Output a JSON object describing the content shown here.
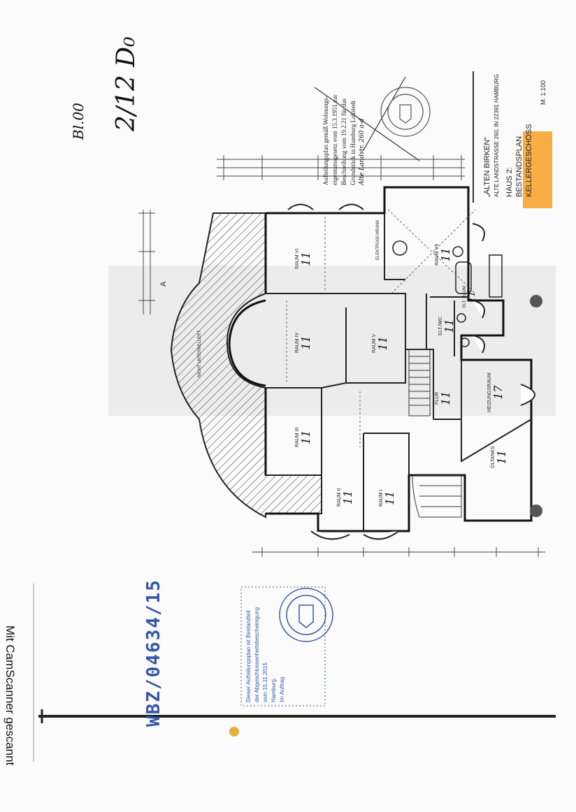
{
  "page": {
    "stamp_number_left": "Bl.00",
    "handwritten_ref": "2/12 D₀",
    "approval_lines": [
      "Aufteilungsplan gemäß Wohnungs-",
      "eigentumsgesetz vom 15.3.1951 zur",
      "Beschreibung vom 19.2.21 für das",
      "Grundstück in Hamburg Lokstedt",
      "Alte Landstr. 260 a-d"
    ],
    "title_block": {
      "project": "„ALTEN BIRKEN“",
      "address": "ALTE LANDSTRASSE 260, IN  22391 HAMBURG",
      "house": "HAUS 2:",
      "plan_type": "BESTANDSPLAN",
      "floor": "KELLERGESCHOSS",
      "scale": "M. 1:100"
    },
    "rooms": [
      {
        "name": "RAUM VI",
        "unit": "11"
      },
      {
        "name": "RAUM IV",
        "unit": "11"
      },
      {
        "name": "RAUM V",
        "unit": "11"
      },
      {
        "name": "RAUM III",
        "unit": "11"
      },
      {
        "name": "RAUM II",
        "unit": "11"
      },
      {
        "name": "RAUM I",
        "unit": "11"
      },
      {
        "name": "RAUM VII",
        "unit": "11"
      },
      {
        "name": "ELT. RAUM",
        "unit": "11"
      },
      {
        "name": "FLUR",
        "unit": "11"
      },
      {
        "name": "HEIZUNGSRAUM",
        "unit": "17"
      },
      {
        "name": "ÖLTANKS",
        "unit": "11"
      },
      {
        "name": "ELT./WC",
        "unit": "11"
      }
    ],
    "labels": {
      "not_excavated": "NICHT UNTERKELLERT",
      "elevator": "ELEKTROSCHRANK",
      "axis": "A"
    },
    "registration_stamp": "WBZ/04634/15",
    "stamp_lines": [
      "Dieser Aufteilungsplan ist Bestandteil",
      "der Abgeschlossenheitsbescheinigung",
      "vom 15.11.2015",
      "Hamburg,",
      "Im Auftrag"
    ],
    "footer_vertical": "Mit CamScanner gescannt"
  }
}
